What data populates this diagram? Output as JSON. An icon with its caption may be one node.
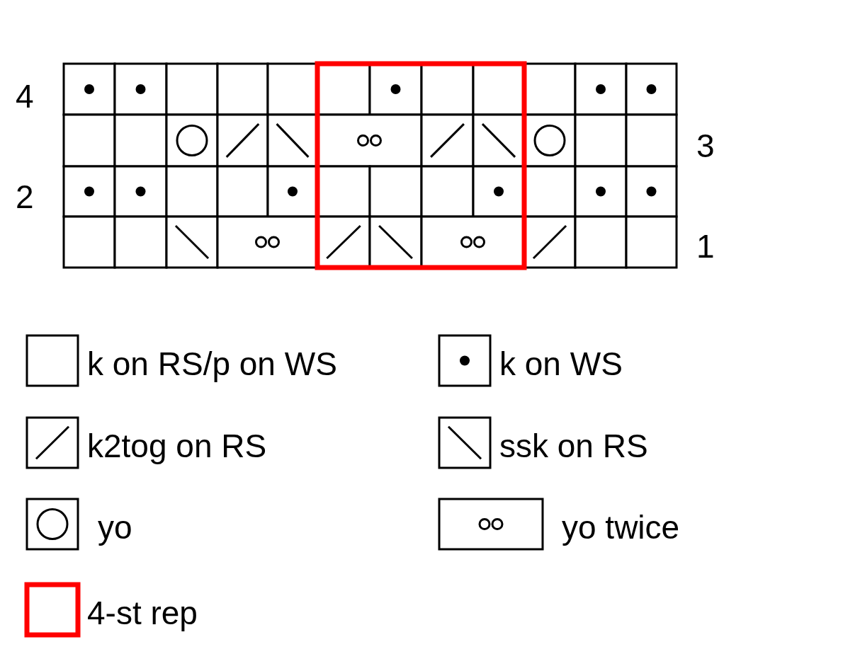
{
  "diagram": {
    "labels": [
      "4",
      "3",
      "2",
      "1"
    ],
    "legend": [
      {
        "text": "k on RS/p on WS"
      },
      {
        "text": "k on WS"
      },
      {
        "text": "k2tog on RS"
      },
      {
        "text": "ssk on RS"
      },
      {
        "text": "yo"
      },
      {
        "text": "yo twice"
      },
      {
        "text": "4-st rep",
        "color": "#ff0000"
      }
    ]
  }
}
